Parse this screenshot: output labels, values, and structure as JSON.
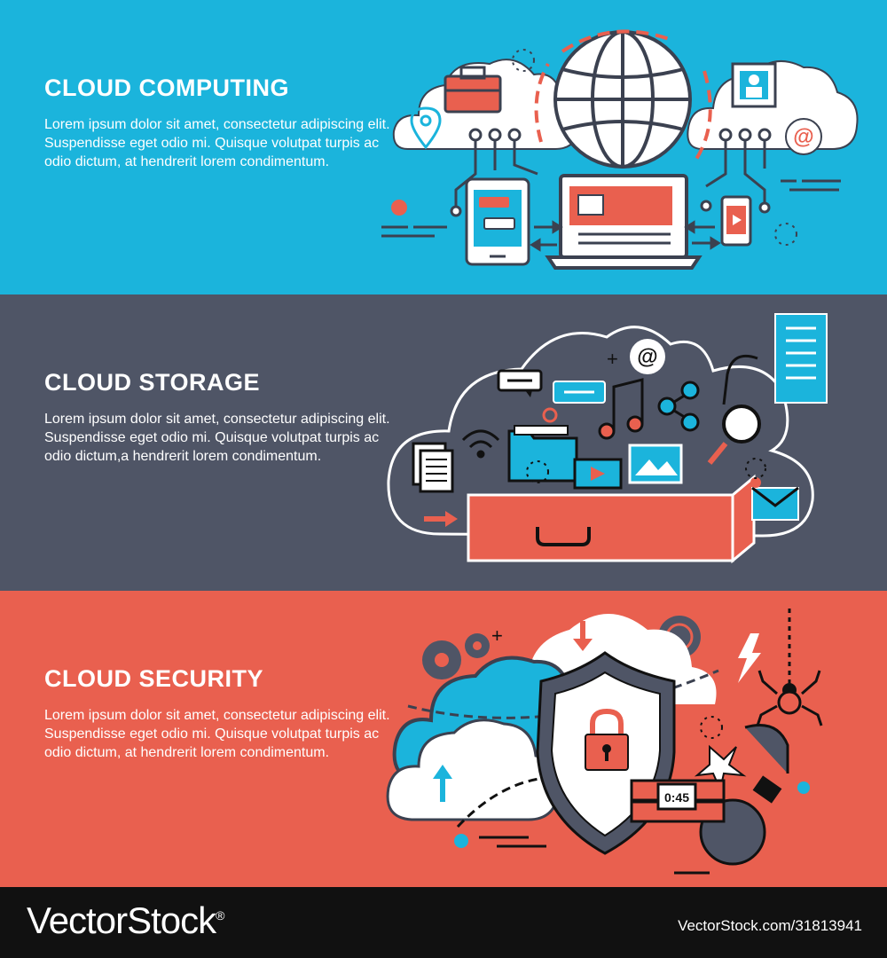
{
  "banners": [
    {
      "title": "CLOUD COMPUTING",
      "body": "Lorem ipsum dolor sit amet, consectetur adipiscing elit. Suspendisse eget odio mi. Quisque volutpat turpis ac odio dictum, at hendrerit lorem condimentum.",
      "background": "#1bb4dc",
      "illustration": "cloud-computing-devices-illustration",
      "icons": [
        "briefcase-icon",
        "location-pin-icon",
        "globe-icon",
        "user-profile-icon",
        "at-sign-icon",
        "tablet-icon",
        "laptop-icon",
        "smartphone-icon"
      ]
    },
    {
      "title": "CLOUD STORAGE",
      "body": "Lorem ipsum dolor sit amet, consectetur adipiscing elit. Suspendisse eget odio mi. Quisque volutpat turpis ac odio dictum,a hendrerit lorem condimentum.",
      "background": "#4f5566",
      "illustration": "cloud-storage-drawer-illustration",
      "icons": [
        "server-icon",
        "at-sign-icon",
        "chat-bubble-icon",
        "music-note-icon",
        "share-icon",
        "search-icon",
        "wifi-icon",
        "document-icon",
        "folder-icon",
        "video-icon",
        "image-icon",
        "envelope-icon",
        "drawer-icon"
      ]
    },
    {
      "title": "CLOUD SECURITY",
      "body": "Lorem ipsum dolor sit amet, consectetur adipiscing elit. Suspendisse eget odio mi. Quisque volutpat turpis ac odio dictum, at hendrerit lorem condimentum.",
      "background": "#e9604f",
      "illustration": "cloud-security-shield-illustration",
      "icons": [
        "gear-icon",
        "shield-icon",
        "padlock-icon",
        "lightning-icon",
        "spider-icon",
        "bomb-icon",
        "timer-icon",
        "upload-arrow-icon"
      ],
      "timer_text": "0:45"
    }
  ],
  "footer": {
    "brand": "VectorStock",
    "registered": "®",
    "stock_id": "VectorStock.com/31813941"
  },
  "colors": {
    "blue": "#1bb4dc",
    "slate": "#4f5566",
    "coral": "#e9604f",
    "dark": "#3b4150",
    "white": "#ffffff",
    "black": "#111111"
  }
}
